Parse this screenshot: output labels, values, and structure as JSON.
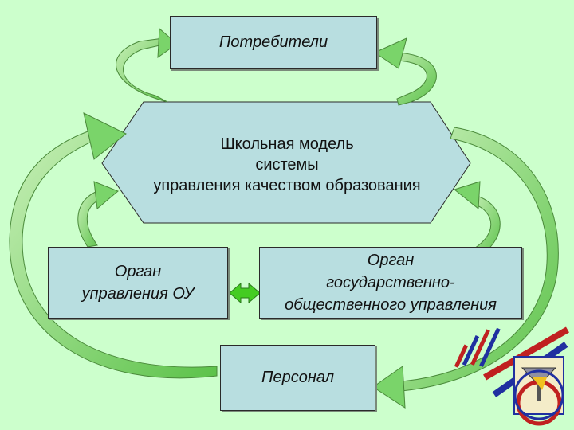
{
  "consumers": "Потребители",
  "school_model": {
    "line1": "Школьная модель",
    "line2": "системы",
    "line3": "управления качеством образования"
  },
  "organ_ou": {
    "line1": "Орган",
    "line2": "управления ОУ"
  },
  "organ_gov": {
    "line1": "Орган",
    "line2": "государственно-",
    "line3": "общественного управления"
  },
  "staff": "Персонал",
  "colors": {
    "background": "#ccffcc",
    "box_fill": "#b8dee0",
    "arrow_fill": "#7ad46a",
    "arrow_light": "#c8f0b8"
  },
  "logo": {
    "icon": "school-emblem-icon"
  }
}
